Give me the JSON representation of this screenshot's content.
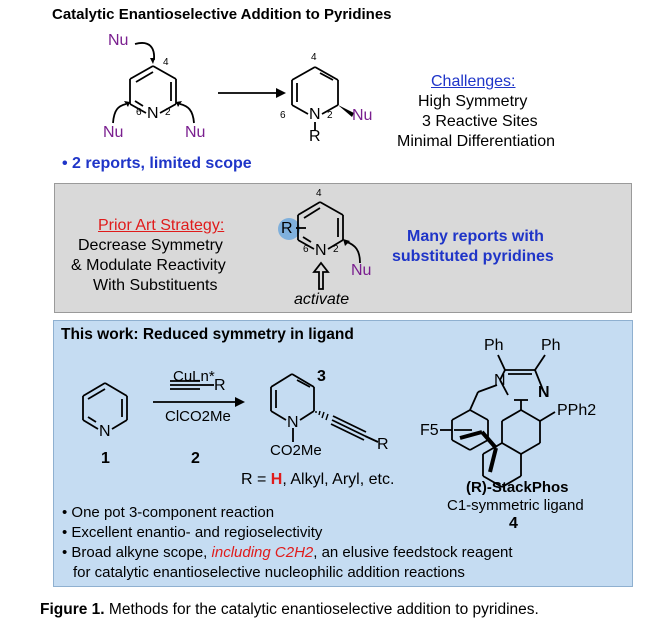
{
  "title": "Catalytic Enantioselective Addition to Pyridines",
  "top": {
    "nu_labels": [
      "Nu",
      "Nu",
      "Nu"
    ],
    "positions": [
      "4",
      "6",
      "2"
    ],
    "n_atom": "N",
    "product_positions": [
      "4",
      "6",
      "2"
    ],
    "product_n": "N",
    "product_r": "R",
    "product_nu": "Nu",
    "challenges_title": "Challenges:",
    "challenges": [
      "High Symmetry",
      "3 Reactive Sites",
      "Minimal Differentiation"
    ],
    "reports": "• 2 reports, limited scope"
  },
  "prior": {
    "title": "Prior Art Strategy:",
    "lines": [
      "Decrease Symmetry",
      "& Modulate Reactivity",
      "With Substituents"
    ],
    "r_label": "R",
    "positions": [
      "4",
      "6",
      "2"
    ],
    "n_atom": "N",
    "nu": "Nu",
    "activate": "activate",
    "many_reports": [
      "Many reports with",
      "substituted pyridines"
    ]
  },
  "work": {
    "title": "This work: Reduced symmetry in ligand",
    "reagent_top": "CuLn*",
    "reagent_alkyne_r": "R",
    "reagent_bottom": "ClCO2Me",
    "compound1_n": "N",
    "compound1_label": "1",
    "compound2_label": "2",
    "compound3_label": "3",
    "product_n": "N",
    "product_co2me": "CO2Me",
    "product_r": "R",
    "r_defs": {
      "prefix": "R = ",
      "h": "H",
      "rest": ", Alkyl, Aryl, etc."
    },
    "ligand": {
      "ph1": "Ph",
      "ph2": "Ph",
      "n1": "N",
      "n2": "N",
      "f5": "F5",
      "pph2": "PPh2",
      "name": "(R)-StackPhos",
      "desc": "C1-symmetric ligand",
      "number": "4"
    },
    "bullets": [
      "• One pot 3-component reaction",
      "• Excellent enantio- and regioselectivity"
    ],
    "bullet3": {
      "pre": "• Broad alkyne scope, ",
      "em": "including C2H2",
      "post": ", an elusive feedstock reagent",
      "line2": "for catalytic enantioselective nucleophilic addition reactions"
    }
  },
  "caption": {
    "label": "Figure 1.",
    "text": " Methods for the catalytic enantioselective addition to pyridines."
  },
  "colors": {
    "purple": "#7a1f8f",
    "blue": "#1f35c8",
    "red": "#e01b1b",
    "gray_box": "#d9d9d9",
    "blue_box": "#c5dcf2",
    "r_circle": "#6fa8dc"
  }
}
